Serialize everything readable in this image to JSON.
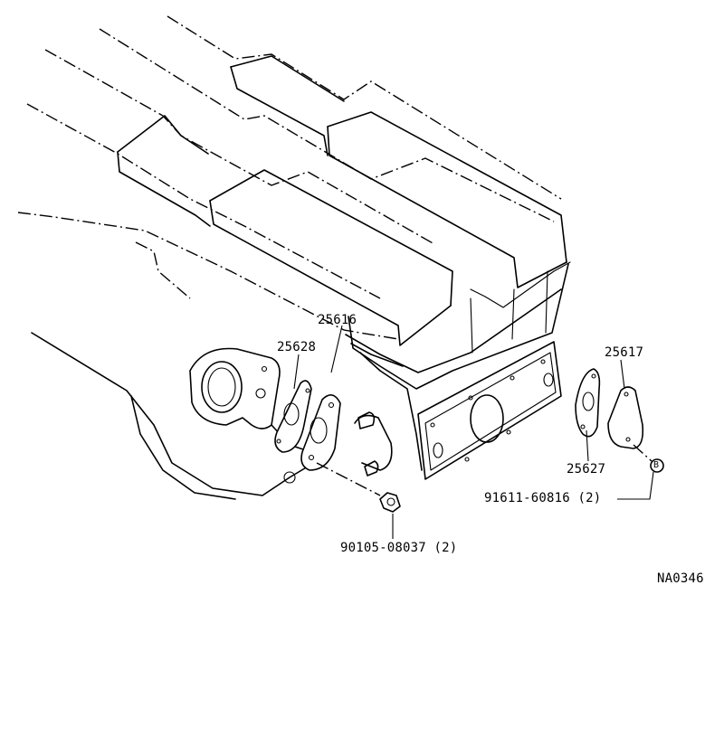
{
  "diagram": {
    "labels": {
      "part_25616": "25616",
      "part_25628": "25628",
      "part_25617": "25617",
      "part_25627": "25627",
      "bolt": "90105-08037 (2)",
      "nut": "91611-60816 (2)",
      "nut_marker": "B",
      "code": "NA0346"
    }
  }
}
